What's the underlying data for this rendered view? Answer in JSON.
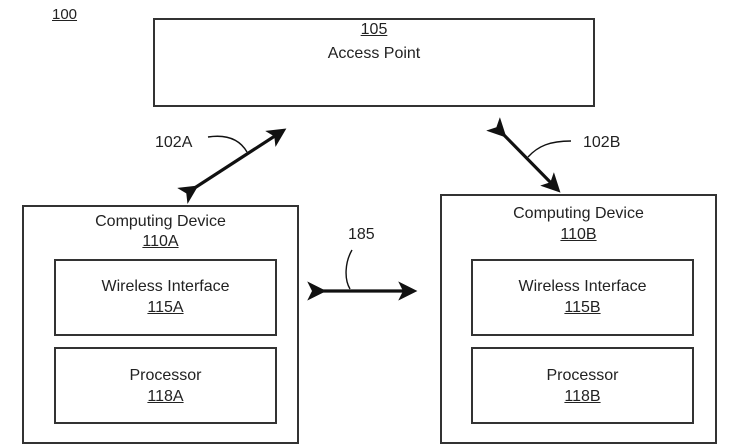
{
  "figure_ref": "100",
  "access_point": {
    "title": "Access Point",
    "ref": "105"
  },
  "links": {
    "link_a": "102A",
    "link_b": "102B",
    "peer_link": "185"
  },
  "devices": [
    {
      "title": "Computing Device",
      "ref": "110A",
      "wireless": {
        "title": "Wireless Interface",
        "ref": "115A"
      },
      "processor": {
        "title": "Processor",
        "ref": "118A"
      }
    },
    {
      "title": "Computing Device",
      "ref": "110B",
      "wireless": {
        "title": "Wireless Interface",
        "ref": "115B"
      },
      "processor": {
        "title": "Processor",
        "ref": "118B"
      }
    }
  ]
}
